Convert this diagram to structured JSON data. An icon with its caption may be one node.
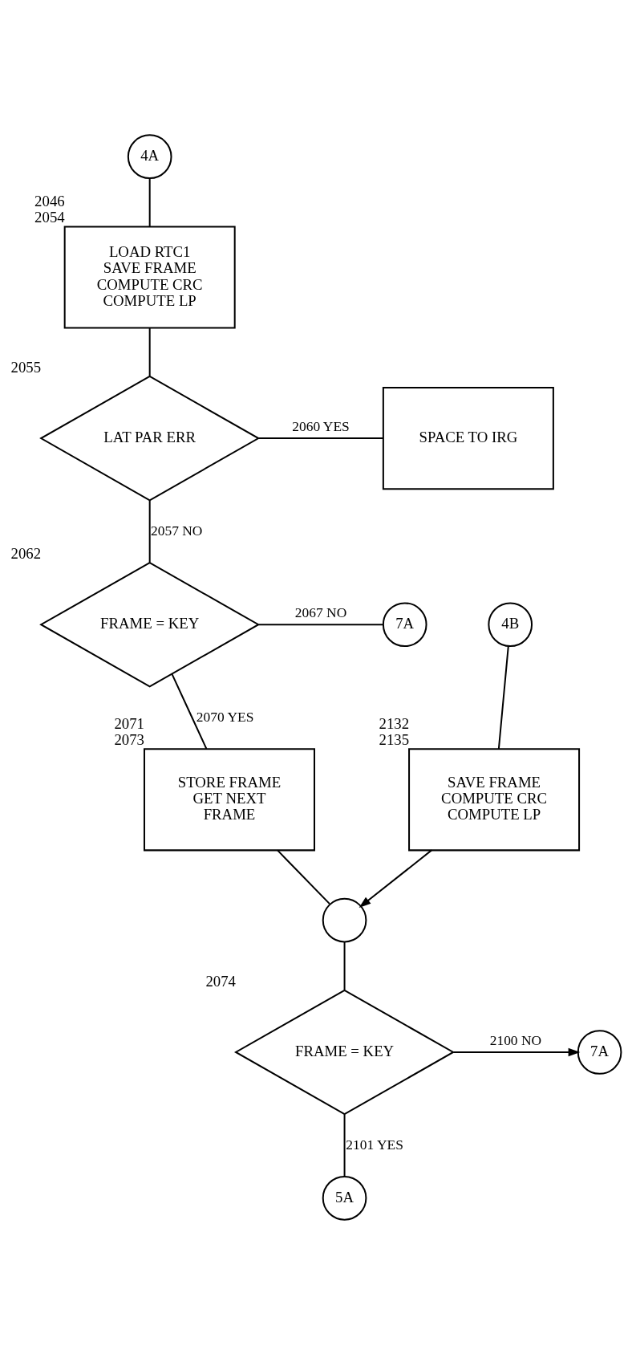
{
  "diagram": {
    "nodes": [
      {
        "text": [
          "4A"
        ]
      },
      {
        "text": [
          "LOAD RTC1 SAVE FRAME COMPUTE CRC COMPUTE LP"
        ],
        "beside": [
          "2046",
          "2054"
        ]
      },
      {
        "text": [
          "LAT PAR ERR"
        ],
        "beside": [
          "2055"
        ]
      },
      {
        "text": [
          "SPACE TO IRG"
        ]
      },
      {
        "text": [
          "FRAME = KEY"
        ],
        "beside": [
          "2062"
        ]
      },
      {
        "text": [
          "7A"
        ]
      },
      {
        "text": [
          "STORE FRAME GET NEXT FRAME"
        ],
        "beside": [
          "2071",
          "2073"
        ]
      },
      {
        "text": [
          "4B"
        ]
      },
      {
        "text": [
          "SAVE FRAME COMPUTE CRC COMPUTE LP"
        ],
        "beside": [
          "2132",
          "2135"
        ]
      },
      {
        "text": [],
        "shape": "circle"
      },
      {
        "text": [
          "FRAME = KEY"
        ],
        "beside": [
          "2074"
        ]
      },
      {
        "text": [
          "7A"
        ]
      },
      {
        "text": [
          "5A"
        ]
      }
    ],
    "edges": [
      {
        "from": 0,
        "to": 1,
        "arrow": "none"
      },
      {
        "from": 1,
        "to": 2,
        "arrow": "none"
      },
      {
        "from": 2,
        "to": 3,
        "arrow": "none",
        "label": "2060 YES"
      },
      {
        "from": 2,
        "to": 4,
        "arrow": "none",
        "label": "2057 NO"
      },
      {
        "from": 4,
        "to": 5,
        "arrow": "none",
        "label": "2067 NO"
      },
      {
        "from": 4,
        "to": 6,
        "arrow": "none",
        "label": "2070 YES"
      },
      {
        "from": 7,
        "to": 8,
        "arrow": "none"
      },
      {
        "from": 6,
        "to": 9,
        "arrow": "none"
      },
      {
        "from": 8,
        "to": 9,
        "arrow": "to"
      },
      {
        "from": 9,
        "to": 10,
        "arrow": "none"
      },
      {
        "from": 10,
        "to": 11,
        "arrow": "to",
        "label": "2100 NO"
      },
      {
        "from": 10,
        "to": 12,
        "arrow": "none",
        "label": "2101 YES"
      }
    ]
  }
}
